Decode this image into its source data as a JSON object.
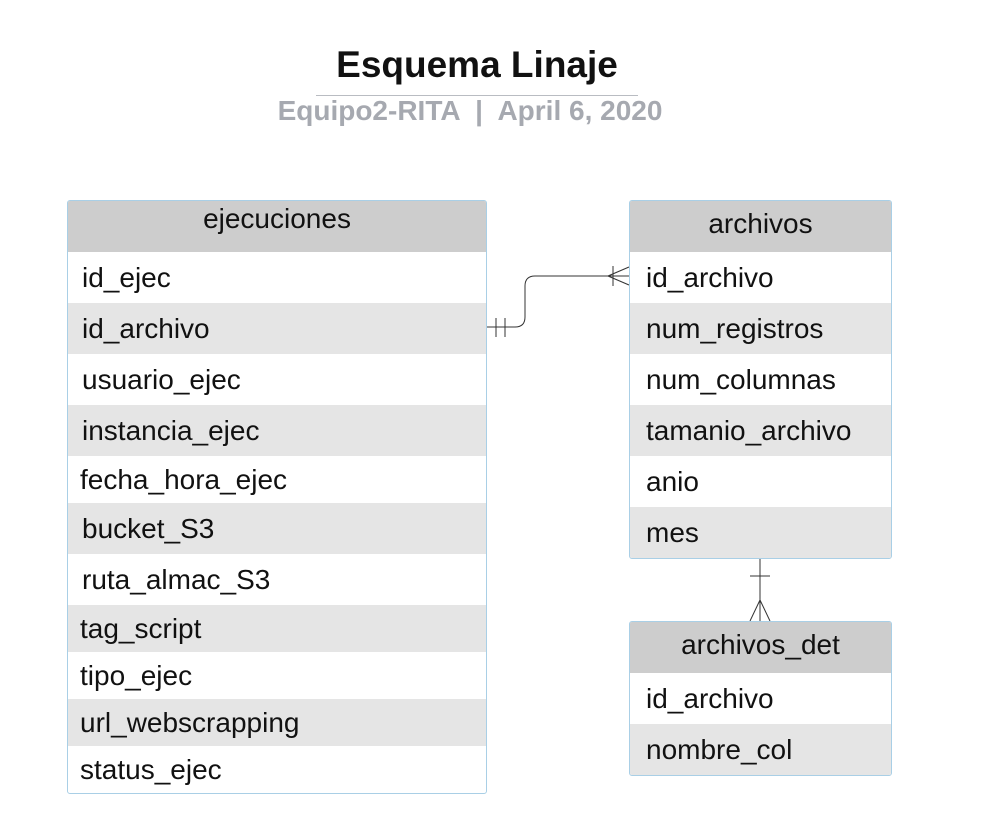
{
  "header": {
    "title": "Esquema Linaje",
    "subtitle": "Equipo2-RITA  |  April 6, 2020"
  },
  "tables": {
    "ejecuciones": {
      "name": "ejecuciones",
      "fields": [
        "id_ejec",
        "id_archivo",
        "usuario_ejec",
        "instancia_ejec",
        "fecha_hora_ejec",
        "bucket_S3",
        "ruta_almac_S3",
        "tag_script",
        "tipo_ejec",
        "url_webscrapping",
        "status_ejec"
      ]
    },
    "archivos": {
      "name": "archivos",
      "fields": [
        "id_archivo",
        "num_registros",
        "num_columnas",
        "tamanio_archivo",
        "anio",
        "mes"
      ]
    },
    "archivos_det": {
      "name": "archivos_det",
      "fields": [
        "id_archivo",
        "nombre_col"
      ]
    }
  },
  "relationships": [
    {
      "from": "ejecuciones.id_archivo",
      "from_cardinality": "one-and-only-one",
      "to": "archivos.id_archivo",
      "to_cardinality": "one-or-many"
    },
    {
      "from": "archivos",
      "from_cardinality": "one",
      "to": "archivos_det",
      "to_cardinality": "many"
    }
  ],
  "colors": {
    "header_fill": "#cdcdcd",
    "alt_row_fill": "#e5e5e5",
    "border": "#a9cfe6",
    "subtitle": "#a6a9b0"
  }
}
